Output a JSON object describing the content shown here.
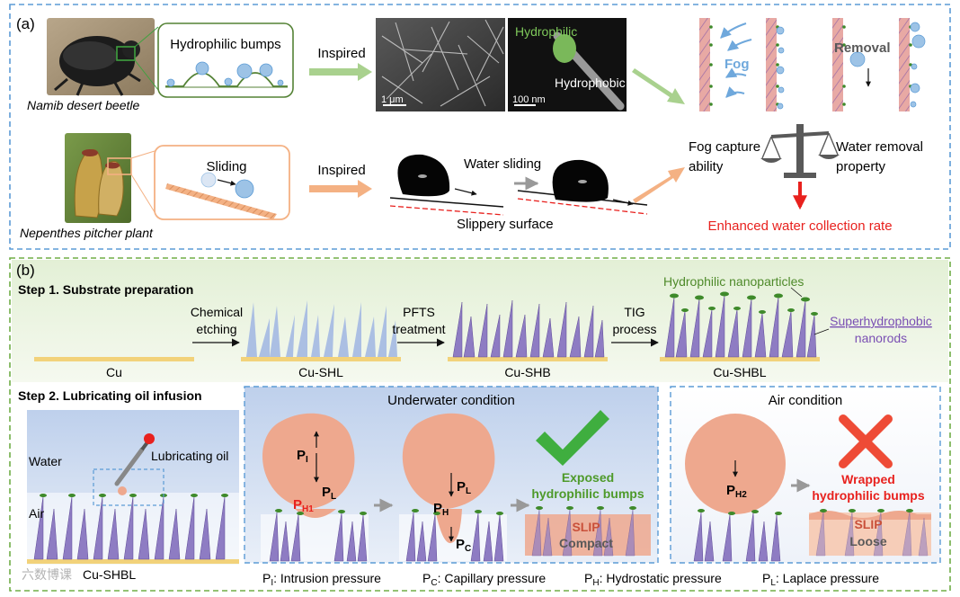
{
  "colors": {
    "blue_dash": "#5b9bd5",
    "green_dash": "#70ad47",
    "green_text": "#6aa84f",
    "red": "#e8211e",
    "purple": "#7a4fb3",
    "rod_purple": "#8e7cc3",
    "rod_blue": "#a8bde3",
    "droplet": "#eea88e",
    "slip": "#c9503a",
    "substrate": "#f2d27a",
    "green_tip": "#3e8a2a"
  },
  "panel_a": {
    "label": "(a)",
    "beetle": {
      "caption": "Namib desert beetle",
      "bumps_title": "Hydrophilic bumps",
      "inspired": "Inspired"
    },
    "sem": {
      "scale_left": "1 μm",
      "scale_right": "100 nm",
      "hydrophilic": "Hydrophilic",
      "hydrophobic": "Hydrophobic"
    },
    "fog": {
      "fog_label": "Fog",
      "removal_label": "Removal"
    },
    "pitcher": {
      "caption": "Nepenthes pitcher plant",
      "sliding_title": "Sliding",
      "inspired": "Inspired",
      "water_sliding": "Water sliding",
      "slippery_surface": "Slippery surface"
    },
    "balance": {
      "left_line1": "Fog capture",
      "left_line2": "ability",
      "right_line1": "Water removal",
      "right_line2": "property",
      "result": "Enhanced water collection rate"
    }
  },
  "panel_b": {
    "label": "(b)",
    "step1": {
      "title": "Step 1. Substrate preparation",
      "arrow1_line1": "Chemical",
      "arrow1_line2": "etching",
      "arrow2_line1": "PFTS",
      "arrow2_line2": "treatment",
      "arrow3_line1": "TIG",
      "arrow3_line2": "process",
      "label_cu": "Cu",
      "label_shl": "Cu-SHL",
      "label_shb": "Cu-SHB",
      "label_shbl": "Cu-SHBL",
      "nanoparticles": "Hydrophilic nanoparticles",
      "nanorods_line1": "Superhydrophobic",
      "nanorods_line2": "nanorods"
    },
    "step2": {
      "title": "Step 2. Lubricating oil infusion",
      "water": "Water",
      "air": "Air",
      "lubricating_oil": "Lubricating oil",
      "substrate_label": "Cu-SHBL"
    },
    "underwater": {
      "title": "Underwater condition",
      "exposed_line1": "Exposed",
      "exposed_line2": "hydrophilic bumps",
      "slip": "SLIP",
      "compact": "Compact"
    },
    "air": {
      "title": "Air condition",
      "wrapped_line1": "Wrapped",
      "wrapped_line2": "hydrophilic bumps",
      "slip": "SLIP",
      "loose": "Loose"
    },
    "pressures": {
      "pi_sym": "P",
      "pi_sub": "I",
      "pl_sym": "P",
      "pl_sub": "L",
      "ph1_sym": "P",
      "ph1_sub": "H1",
      "ph_sym": "P",
      "ph_sub": "H",
      "pc_sym": "P",
      "pc_sub": "C",
      "ph2_sym": "P",
      "ph2_sub": "H2"
    },
    "legend": {
      "i_sym": "P",
      "i_sub": "I",
      "i_text": ": Intrusion pressure",
      "c_sym": "P",
      "c_sub": "C",
      "c_text": ": Capillary pressure",
      "h_sym": "P",
      "h_sub": "H",
      "h_text": ": Hydrostatic pressure",
      "l_sym": "P",
      "l_sub": "L",
      "l_text": ": Laplace pressure"
    }
  },
  "watermark": "六数博课"
}
